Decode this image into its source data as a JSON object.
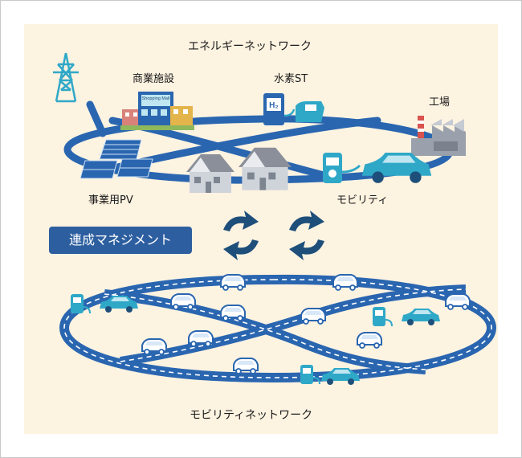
{
  "title_top": "エネルギーネットワーク",
  "title_bottom": "モビリティネットワーク",
  "labels": {
    "commercial": "商業施設",
    "hydrogen_station": "水素ST",
    "factory": "工場",
    "solar_pv": "事業用PV",
    "mobility": "モビリティ"
  },
  "management_button": "連成マネジメント",
  "mall_sign": "Shopping Mall",
  "hydrogen_sign": "H₂",
  "colors": {
    "network_blue": "#2a66b0",
    "button_blue": "#2d5fa0",
    "panel_bg": "#fdf3e1",
    "car_cyan": "#2fa8c8",
    "road_stripe": "#ffffff"
  },
  "icons": [
    "transmission-tower-icon",
    "shopping-mall-icon",
    "hydrogen-station-icon",
    "factory-icon",
    "solar-panel-icon",
    "house-icon",
    "ev-charger-icon",
    "car-icon",
    "cycle-arrows-icon"
  ]
}
